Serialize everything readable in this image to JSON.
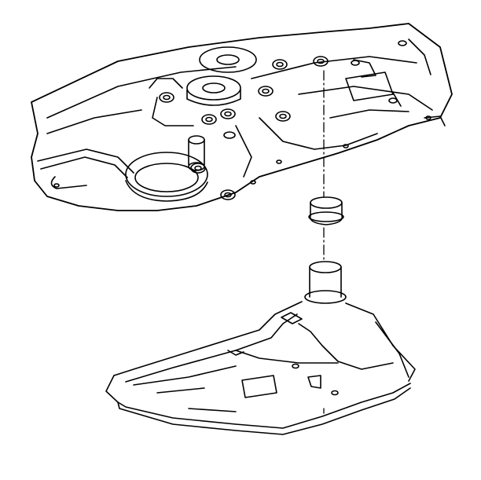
{
  "diagram": {
    "kind": "exploded-view line illustration",
    "callouts": [],
    "components": [
      {
        "name": "transmission-case-underside",
        "fill": "#ffffff",
        "stroke": "#000000"
      },
      {
        "name": "filter-seal",
        "fill": "#ffffff",
        "stroke": "#000000"
      },
      {
        "name": "transmission-fluid-filter",
        "fill": "#ffffff",
        "stroke": "#000000"
      }
    ],
    "leader_style": "dash-dot"
  }
}
